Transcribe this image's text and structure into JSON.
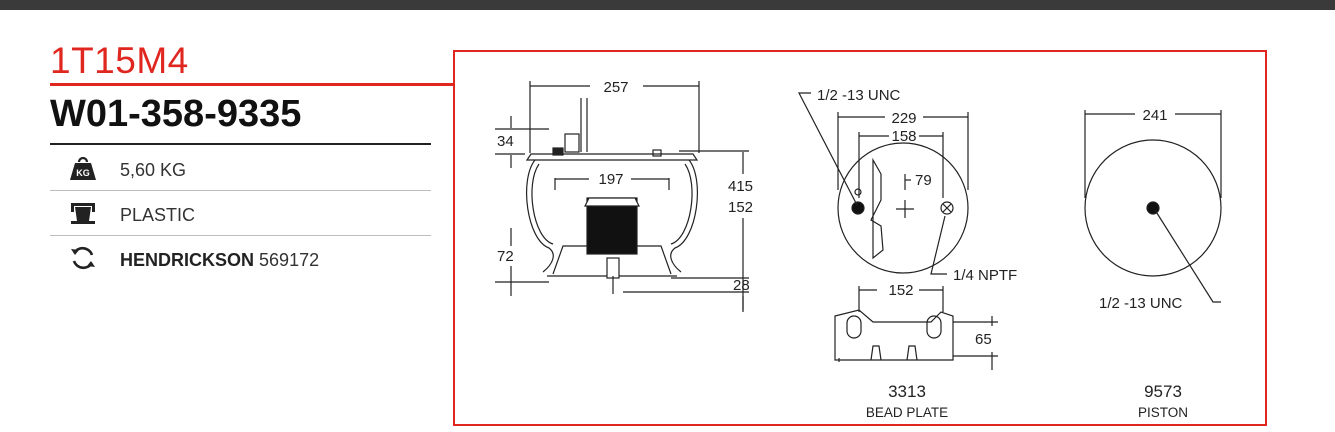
{
  "header": {
    "model": "1T15M4",
    "part_number": "W01-358-9335"
  },
  "specs": [
    {
      "icon": "weight-icon",
      "value": "5,60 KG"
    },
    {
      "icon": "piston-icon",
      "value": "PLASTIC"
    },
    {
      "icon": "cross-reference-icon",
      "brand": "HENDRICKSON",
      "value": "569172"
    }
  ],
  "colors": {
    "accent": "#e0271f",
    "topbar": "#3a3a3a"
  },
  "drawing": {
    "assembly": {
      "width": "257",
      "bracket_height": "34",
      "overall_height": "415",
      "bead_width": "197",
      "compressed_height": "152",
      "base_height": "72",
      "stud_length": "28"
    },
    "bead_plate": {
      "thread": "1/2 -13 UNC",
      "diameter": "229",
      "bolt_spacing": "158",
      "offset": "79",
      "air_port": "1/4  NPTF",
      "side_spacing": "152",
      "side_height": "65",
      "code": "3313",
      "caption": "BEAD PLATE"
    },
    "piston": {
      "diameter": "241",
      "thread": "1/2 -13 UNC",
      "code": "9573",
      "caption": "PISTON"
    }
  }
}
